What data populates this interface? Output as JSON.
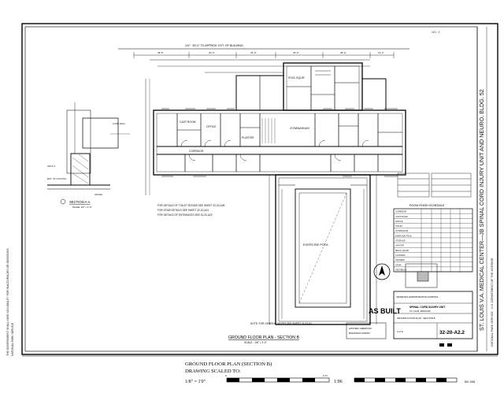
{
  "sheet": {
    "corner_mark": "NO. Z",
    "top_dimension": "1/4\" · 50'-0\" TO APPROX. EXT. OF BUILDING",
    "plan_title": "GROUND FLOOR PLAN - SECTION B",
    "plan_scale": "SCALE - 1/8\" = 1'-0\"",
    "section_title": "SECTION A-A",
    "section_scale": "SCALE: 1/2\" = 1'-0\"",
    "as_built": "AS BUILT",
    "general_note": "NOTE: FOR GENERAL NOTES SEE SHEET 32-20-A2",
    "tunnel_note_1": "FOR DETAILS OF TOILET ROOMS SEE SHEET 32-20-A28",
    "tunnel_note_2": "FOR STAIR DETAILS SEE SHEET 32-20-A21",
    "tunnel_note_3": "FOR DETAILS OF ENTRANCES SEE 32-20-A22",
    "rooms": {
      "corridor": "CORRIDOR",
      "gymnasium": "GYMNASIUM",
      "pool": "EXERCISE POOL",
      "plaster": "PLASTER",
      "cast_room": "CAST ROOM",
      "office": "OFFICE",
      "pool_equip": "POOL EQUIP."
    }
  },
  "schedule": {
    "title": "ROOM FINISH SCHEDULE",
    "rows": [
      "CORRIDOR",
      "CAST ROOM",
      "OFFICE",
      "TOILET",
      "GYMNASIUM",
      "EXERCISE POOL",
      "STORAGE",
      "JANITOR",
      "MECH. EQUIP.",
      "LOCKERS",
      "SHOWER",
      "STAIR",
      "VESTIBULE"
    ]
  },
  "title_block": {
    "agency": "VETERANS ADMINISTRATION HOSPITAL",
    "project_name": "SPINAL CORD INJURY UNIT",
    "project_line2": "SPINAL CORD INJURY UNIT",
    "location": "ST. LOUIS, MISSOURI",
    "drawing_title": "GROUND FLOOR PLAN - SECTION B",
    "vertical_title": "ST. LOUIS V.A. MEDICAL CENTER—JB SPINAL CORD INJURY UNIT AND NEURO. BLDG. 52",
    "drawing_number": "32-20-A2.2",
    "sheet_label": "2 of 8"
  },
  "stamp": {
    "line1": "HISTORIC AMERICAN",
    "line2": "BUILDINGS SURVEY"
  },
  "left_margin": "THE GOVERNMENT SHALL HAVE NO LIABILITY FOR INACCURACIES OR OMISSIONS",
  "right_margin": "NATIONAL PARK SERVICE · U.S. DEPARTMENT OF THE INTERIOR",
  "footer": {
    "title_line1": "GROUND FLOOR PLAN (SECTION B)",
    "title_line2": "DRAWING SCALED TO:",
    "scale_left": "1/8\" = 1'0\"",
    "scale_label": "0",
    "scale_label2": "1 IN",
    "scale_right": "1:96",
    "haer_no": "MO-1926"
  }
}
